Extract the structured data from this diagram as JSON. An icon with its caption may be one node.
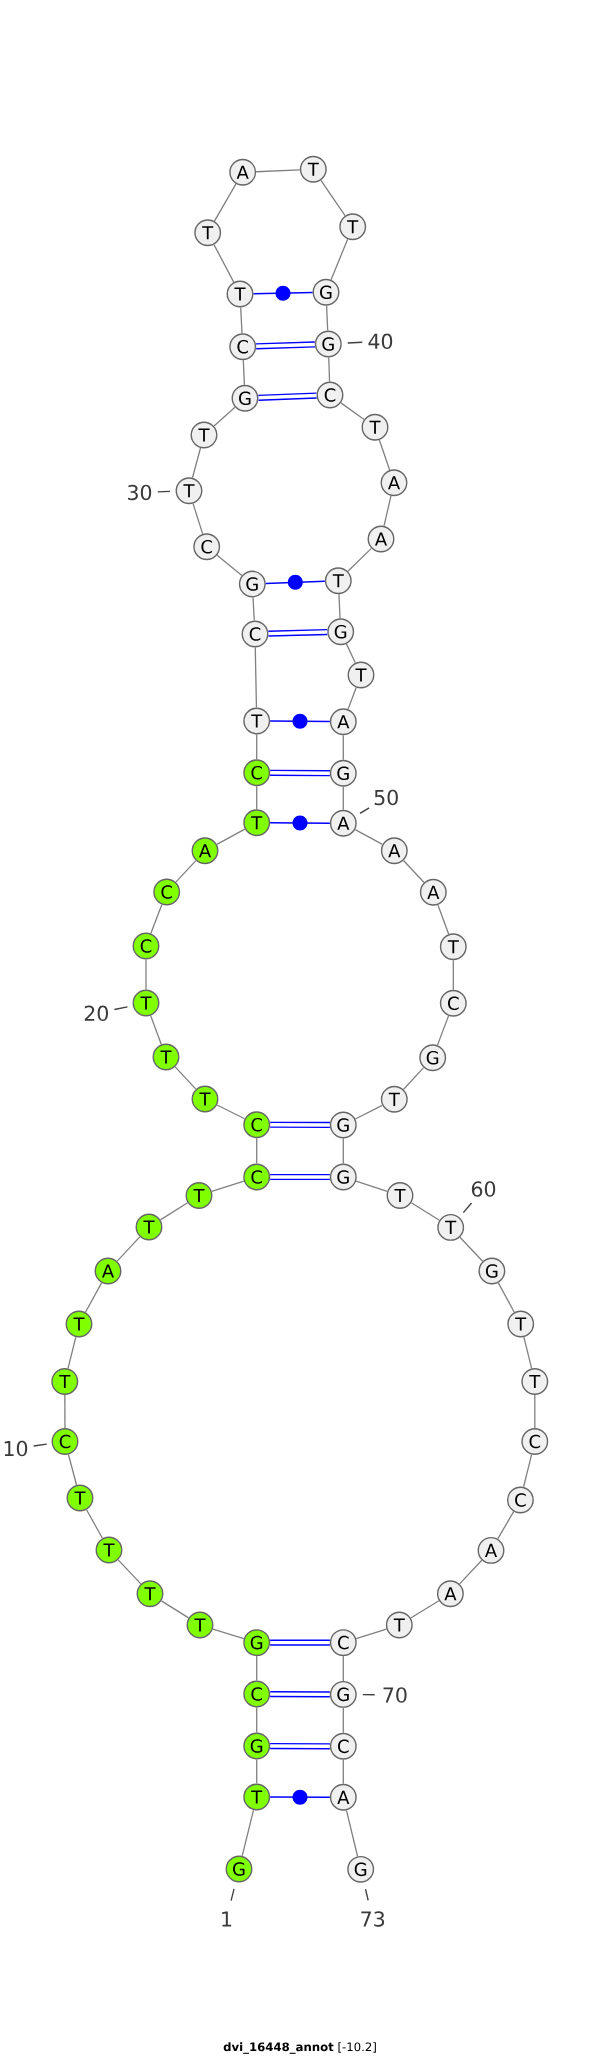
{
  "diagram": {
    "caption": "**dvi_16448_annot** [-10.2]",
    "nodes": [
      {
        "text": [
          "G"
        ]
      },
      {
        "text": [
          "T"
        ]
      },
      {
        "text": [
          "G"
        ]
      },
      {
        "text": [
          "C"
        ]
      },
      {
        "text": [
          "G"
        ]
      },
      {
        "text": [
          "T"
        ]
      },
      {
        "text": [
          "T"
        ]
      },
      {
        "text": [
          "T"
        ]
      },
      {
        "text": [
          "T"
        ]
      },
      {
        "text": [
          "C"
        ]
      },
      {
        "text": [
          "T"
        ]
      },
      {
        "text": [
          "T"
        ]
      },
      {
        "text": [
          "A"
        ]
      },
      {
        "text": [
          "T"
        ]
      },
      {
        "text": [
          "T"
        ]
      },
      {
        "text": [
          "C"
        ]
      },
      {
        "text": [
          "C"
        ]
      },
      {
        "text": [
          "T"
        ]
      },
      {
        "text": [
          "T"
        ]
      },
      {
        "text": [
          "T"
        ]
      },
      {
        "text": [
          "C"
        ]
      },
      {
        "text": [
          "C"
        ]
      },
      {
        "text": [
          "A"
        ]
      },
      {
        "text": [
          "T"
        ]
      },
      {
        "text": [
          "C"
        ]
      },
      {
        "text": [
          "T"
        ]
      },
      {
        "text": [
          "C"
        ]
      },
      {
        "text": [
          "G"
        ]
      },
      {
        "text": [
          "C"
        ]
      },
      {
        "text": [
          "T"
        ]
      },
      {
        "text": [
          "T"
        ]
      },
      {
        "text": [
          "G"
        ]
      },
      {
        "text": [
          "C"
        ]
      },
      {
        "text": [
          "T"
        ]
      },
      {
        "text": [
          "T"
        ]
      },
      {
        "text": [
          "A"
        ]
      },
      {
        "text": [
          "T"
        ]
      },
      {
        "text": [
          "T"
        ]
      },
      {
        "text": [
          "G"
        ]
      },
      {
        "text": [
          "G"
        ]
      },
      {
        "text": [
          "C"
        ]
      },
      {
        "text": [
          "T"
        ]
      },
      {
        "text": [
          "A"
        ]
      },
      {
        "text": [
          "A"
        ]
      },
      {
        "text": [
          "T"
        ]
      },
      {
        "text": [
          "G"
        ]
      },
      {
        "text": [
          "T"
        ]
      },
      {
        "text": [
          "A"
        ]
      },
      {
        "text": [
          "G"
        ]
      },
      {
        "text": [
          "A"
        ]
      },
      {
        "text": [
          "A"
        ]
      },
      {
        "text": [
          "A"
        ]
      },
      {
        "text": [
          "T"
        ]
      },
      {
        "text": [
          "C"
        ]
      },
      {
        "text": [
          "G"
        ]
      },
      {
        "text": [
          "T"
        ]
      },
      {
        "text": [
          "G"
        ]
      },
      {
        "text": [
          "G"
        ]
      },
      {
        "text": [
          "T"
        ]
      },
      {
        "text": [
          "T"
        ]
      },
      {
        "text": [
          "G"
        ]
      },
      {
        "text": [
          "T"
        ]
      },
      {
        "text": [
          "T"
        ]
      },
      {
        "text": [
          "C"
        ]
      },
      {
        "text": [
          "C"
        ]
      },
      {
        "text": [
          "A"
        ]
      },
      {
        "text": [
          "A"
        ]
      },
      {
        "text": [
          "T"
        ]
      },
      {
        "text": [
          "C"
        ]
      },
      {
        "text": [
          "G"
        ]
      },
      {
        "text": [
          "C"
        ]
      },
      {
        "text": [
          "A"
        ]
      },
      {
        "text": [
          "G"
        ]
      },
      {
        "text": [
          "1"
        ]
      },
      {
        "text": [
          "10"
        ]
      },
      {
        "text": [
          "20"
        ]
      },
      {
        "text": [
          "30"
        ]
      },
      {
        "text": [
          "40"
        ]
      },
      {
        "text": [
          "50"
        ]
      },
      {
        "text": [
          "60"
        ]
      },
      {
        "text": [
          "70"
        ]
      },
      {
        "text": [
          "73"
        ]
      }
    ],
    "edges": [
      {
        "from": 0,
        "to": 1,
        "arrow": "none"
      },
      {
        "from": 1,
        "to": 2,
        "arrow": "none"
      },
      {
        "from": 2,
        "to": 3,
        "arrow": "none"
      },
      {
        "from": 3,
        "to": 4,
        "arrow": "none"
      },
      {
        "from": 4,
        "to": 5,
        "arrow": "none"
      },
      {
        "from": 5,
        "to": 6,
        "arrow": "none"
      },
      {
        "from": 6,
        "to": 7,
        "arrow": "none"
      },
      {
        "from": 7,
        "to": 8,
        "arrow": "none"
      },
      {
        "from": 8,
        "to": 9,
        "arrow": "none"
      },
      {
        "from": 9,
        "to": 10,
        "arrow": "none"
      },
      {
        "from": 10,
        "to": 11,
        "arrow": "none"
      },
      {
        "from": 11,
        "to": 12,
        "arrow": "none"
      },
      {
        "from": 12,
        "to": 13,
        "arrow": "none"
      },
      {
        "from": 13,
        "to": 14,
        "arrow": "none"
      },
      {
        "from": 14,
        "to": 15,
        "arrow": "none"
      },
      {
        "from": 15,
        "to": 16,
        "arrow": "none"
      },
      {
        "from": 16,
        "to": 17,
        "arrow": "none"
      },
      {
        "from": 17,
        "to": 18,
        "arrow": "none"
      },
      {
        "from": 18,
        "to": 19,
        "arrow": "none"
      },
      {
        "from": 19,
        "to": 20,
        "arrow": "none"
      },
      {
        "from": 20,
        "to": 21,
        "arrow": "none"
      },
      {
        "from": 21,
        "to": 22,
        "arrow": "none"
      },
      {
        "from": 22,
        "to": 23,
        "arrow": "none"
      },
      {
        "from": 23,
        "to": 24,
        "arrow": "none"
      },
      {
        "from": 24,
        "to": 25,
        "arrow": "none"
      },
      {
        "from": 25,
        "to": 26,
        "arrow": "none"
      },
      {
        "from": 26,
        "to": 27,
        "arrow": "none"
      },
      {
        "from": 27,
        "to": 28,
        "arrow": "none"
      },
      {
        "from": 28,
        "to": 29,
        "arrow": "none"
      },
      {
        "from": 29,
        "to": 30,
        "arrow": "none"
      },
      {
        "from": 30,
        "to": 31,
        "arrow": "none"
      },
      {
        "from": 31,
        "to": 32,
        "arrow": "none"
      },
      {
        "from": 32,
        "to": 33,
        "arrow": "none"
      },
      {
        "from": 33,
        "to": 34,
        "arrow": "none"
      },
      {
        "from": 34,
        "to": 35,
        "arrow": "none"
      },
      {
        "from": 35,
        "to": 36,
        "arrow": "none"
      },
      {
        "from": 36,
        "to": 37,
        "arrow": "none"
      },
      {
        "from": 37,
        "to": 38,
        "arrow": "none"
      },
      {
        "from": 38,
        "to": 39,
        "arrow": "none"
      },
      {
        "from": 39,
        "to": 40,
        "arrow": "none"
      },
      {
        "from": 40,
        "to": 41,
        "arrow": "none"
      },
      {
        "from": 41,
        "to": 42,
        "arrow": "none"
      },
      {
        "from": 42,
        "to": 43,
        "arrow": "none"
      },
      {
        "from": 43,
        "to": 44,
        "arrow": "none"
      },
      {
        "from": 44,
        "to": 45,
        "arrow": "none"
      },
      {
        "from": 45,
        "to": 46,
        "arrow": "none"
      },
      {
        "from": 46,
        "to": 47,
        "arrow": "none"
      },
      {
        "from": 47,
        "to": 48,
        "arrow": "none"
      },
      {
        "from": 48,
        "to": 49,
        "arrow": "none"
      },
      {
        "from": 49,
        "to": 50,
        "arrow": "none"
      },
      {
        "from": 50,
        "to": 51,
        "arrow": "none"
      },
      {
        "from": 51,
        "to": 52,
        "arrow": "none"
      },
      {
        "from": 52,
        "to": 53,
        "arrow": "none"
      },
      {
        "from": 53,
        "to": 54,
        "arrow": "none"
      },
      {
        "from": 54,
        "to": 55,
        "arrow": "none"
      },
      {
        "from": 55,
        "to": 56,
        "arrow": "none"
      },
      {
        "from": 56,
        "to": 57,
        "arrow": "none"
      },
      {
        "from": 57,
        "to": 58,
        "arrow": "none"
      },
      {
        "from": 58,
        "to": 59,
        "arrow": "none"
      },
      {
        "from": 59,
        "to": 60,
        "arrow": "none"
      },
      {
        "from": 60,
        "to": 61,
        "arrow": "none"
      },
      {
        "from": 61,
        "to": 62,
        "arrow": "none"
      },
      {
        "from": 62,
        "to": 63,
        "arrow": "none"
      },
      {
        "from": 63,
        "to": 64,
        "arrow": "none"
      },
      {
        "from": 64,
        "to": 65,
        "arrow": "none"
      },
      {
        "from": 65,
        "to": 66,
        "arrow": "none"
      },
      {
        "from": 66,
        "to": 67,
        "arrow": "none"
      },
      {
        "from": 67,
        "to": 68,
        "arrow": "none"
      },
      {
        "from": 68,
        "to": 69,
        "arrow": "none"
      },
      {
        "from": 69,
        "to": 70,
        "arrow": "none"
      },
      {
        "from": 70,
        "to": 71,
        "arrow": "none"
      },
      {
        "from": 71,
        "to": 72,
        "arrow": "none"
      },
      {
        "from": 1,
        "to": 71,
        "arrow": "none",
        "color": "#0000ff"
      },
      {
        "from": 2,
        "to": 70,
        "arrow": "none",
        "style": "thick",
        "color": "#0000ff"
      },
      {
        "from": 3,
        "to": 69,
        "arrow": "none",
        "style": "thick",
        "color": "#0000ff"
      },
      {
        "from": 4,
        "to": 68,
        "arrow": "none",
        "style": "thick",
        "color": "#0000ff"
      },
      {
        "from": 15,
        "to": 57,
        "arrow": "none",
        "style": "thick",
        "color": "#0000ff"
      },
      {
        "from": 16,
        "to": 56,
        "arrow": "none",
        "style": "thick",
        "color": "#0000ff"
      },
      {
        "from": 23,
        "to": 49,
        "arrow": "none",
        "color": "#0000ff"
      },
      {
        "from": 24,
        "to": 48,
        "arrow": "none",
        "style": "thick",
        "color": "#0000ff"
      },
      {
        "from": 25,
        "to": 47,
        "arrow": "none",
        "color": "#0000ff"
      },
      {
        "from": 26,
        "to": 45,
        "arrow": "none",
        "style": "thick",
        "color": "#0000ff"
      },
      {
        "from": 27,
        "to": 44,
        "arrow": "none",
        "color": "#0000ff"
      },
      {
        "from": 31,
        "to": 40,
        "arrow": "none",
        "style": "thick",
        "color": "#0000ff"
      },
      {
        "from": 32,
        "to": 39,
        "arrow": "none",
        "style": "thick",
        "color": "#0000ff"
      },
      {
        "from": 33,
        "to": 38,
        "arrow": "none",
        "color": "#0000ff"
      },
      {
        "from": 73,
        "to": 0,
        "arrow": "none",
        "color": "#404040"
      },
      {
        "from": 74,
        "to": 9,
        "arrow": "none",
        "color": "#404040"
      },
      {
        "from": 75,
        "to": 19,
        "arrow": "none",
        "color": "#404040"
      },
      {
        "from": 76,
        "to": 29,
        "arrow": "none",
        "color": "#404040"
      },
      {
        "from": 77,
        "to": 39,
        "arrow": "none",
        "color": "#404040"
      },
      {
        "from": 78,
        "to": 49,
        "arrow": "none",
        "color": "#404040"
      },
      {
        "from": 79,
        "to": 59,
        "arrow": "none",
        "color": "#404040"
      },
      {
        "from": 80,
        "to": 69,
        "arrow": "none",
        "color": "#404040"
      },
      {
        "from": 81,
        "to": 72,
        "arrow": "none",
        "color": "#404040"
      }
    ]
  }
}
